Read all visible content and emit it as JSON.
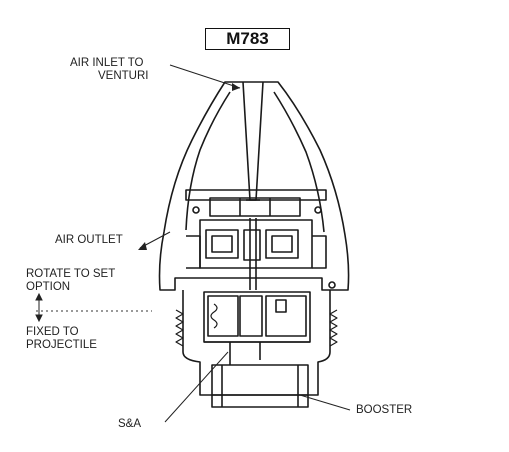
{
  "diagram": {
    "title": "M783",
    "labels": {
      "air_inlet_line1": "AIR INLET TO",
      "air_inlet_line2": "VENTURI",
      "air_outlet": "AIR OUTLET",
      "rotate_line1": "ROTATE TO SET",
      "rotate_line2": "OPTION",
      "fixed_line1": "FIXED TO",
      "fixed_line2": "PROJECTILE",
      "booster": "BOOSTER",
      "s_and_a": "S&A"
    }
  }
}
